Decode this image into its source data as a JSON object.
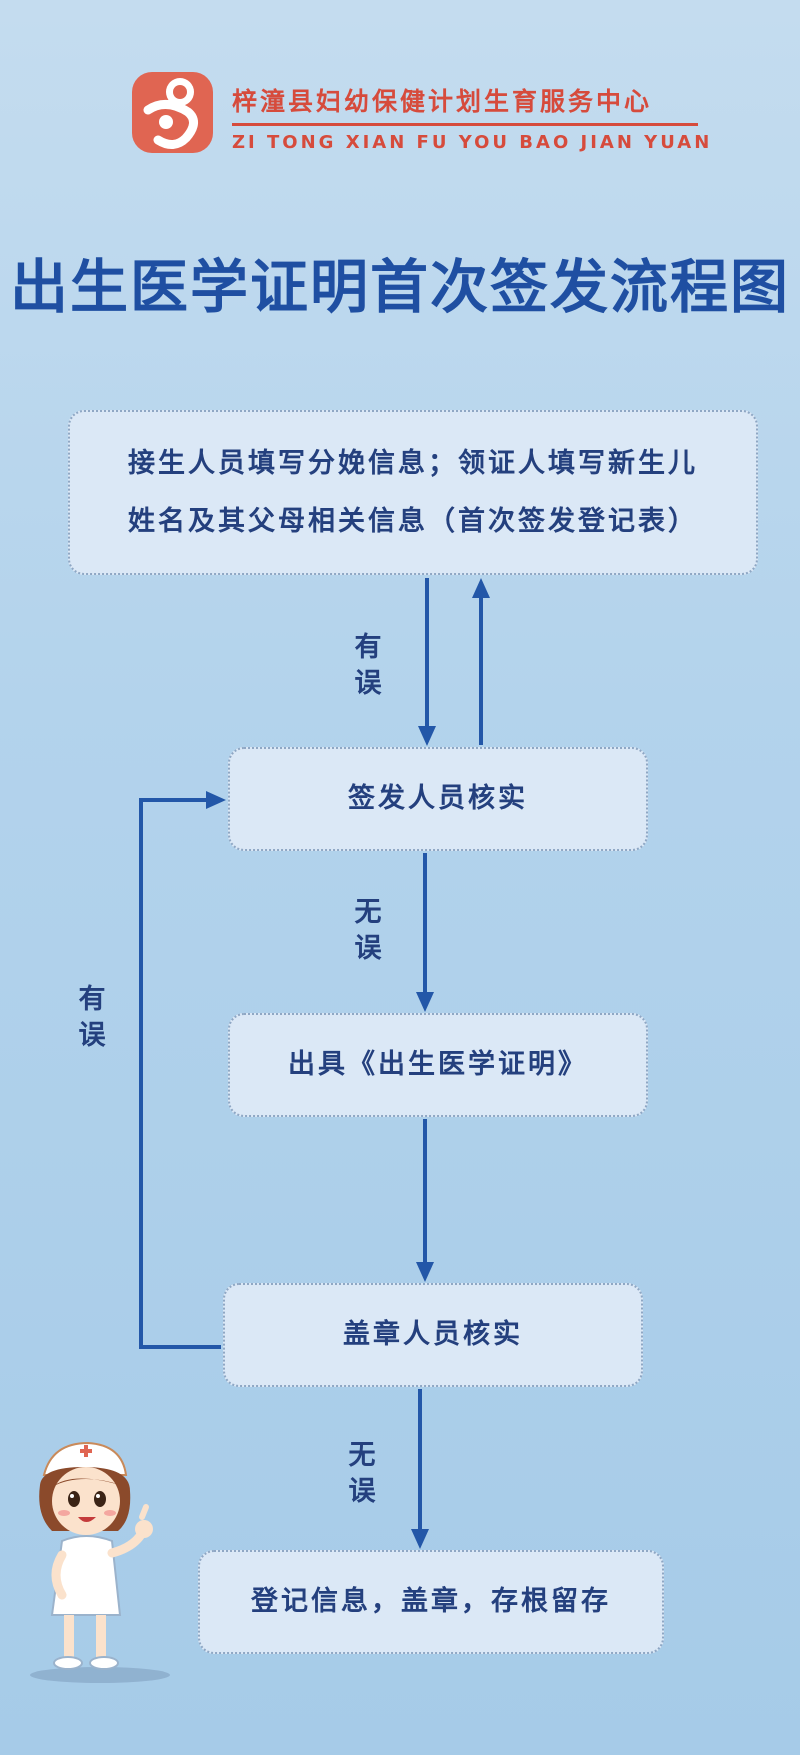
{
  "header": {
    "logo_icon": "maternal-child-logo-icon",
    "org_name_cn": "梓潼县妇幼保健计划生育服务中心",
    "org_name_en": "ZI TONG XIAN FU YOU BAO JIAN YUAN",
    "brand_color": "#d64b3c"
  },
  "title": "出生医学证明首次签发流程图",
  "flow": {
    "steps": [
      {
        "line1": "接生人员填写分娩信息；领证人填写新生儿",
        "line2": "姓名及其父母相关信息（首次签发登记表）"
      },
      {
        "text": "签发人员核实"
      },
      {
        "text": "出具《出生医学证明》"
      },
      {
        "text": "盖章人员核实"
      },
      {
        "text": "登记信息，盖章，存根留存"
      }
    ],
    "edge_labels": {
      "error_1": "有误",
      "ok_1": "无误",
      "error_2": "有误",
      "ok_2": "无误"
    },
    "arrow_color": "#2357a8",
    "text_color": "#24407e"
  },
  "mascot_icon": "nurse-mascot-icon"
}
